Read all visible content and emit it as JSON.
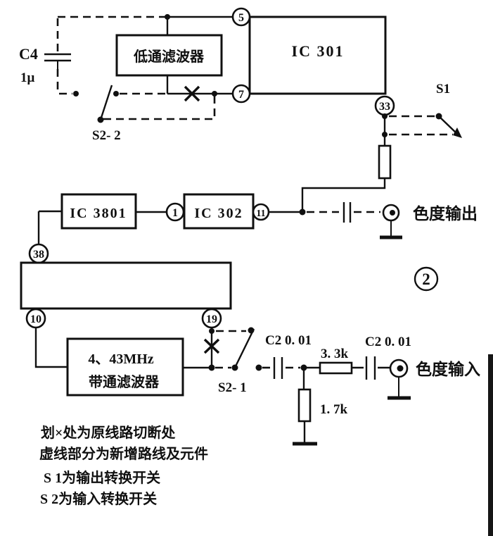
{
  "figure": {
    "number": "2"
  },
  "blocks": {
    "low_pass_filter": "低通滤波器",
    "ic301": "IC 301",
    "ic3801": "IC 3801",
    "ic302": "IC 302",
    "bandpass_line1": "4、43MHz",
    "bandpass_line2": "带通滤波器"
  },
  "pins": {
    "p5": "5",
    "p7": "7",
    "p33": "33",
    "p1": "1",
    "p11": "11",
    "p38": "38",
    "p10": "10",
    "p19": "19"
  },
  "components": {
    "c4_name": "C4",
    "c4_value": "1μ",
    "c2_in1": "C2 0. 01",
    "c2_in2": "C2 0. 01",
    "r_series": "3. 3k",
    "r_shunt": "1. 7k"
  },
  "switches": {
    "s1": "S1",
    "s2_1": "S2- 1",
    "s2_2": "S2- 2"
  },
  "ports": {
    "chroma_output": "色度输出",
    "chroma_input": "色度输入"
  },
  "notes": [
    "划×处为原线路切断处",
    "虚线部分为新增路线及元件",
    "S 1为输出转换开关",
    "S 2为输入转换开关"
  ]
}
